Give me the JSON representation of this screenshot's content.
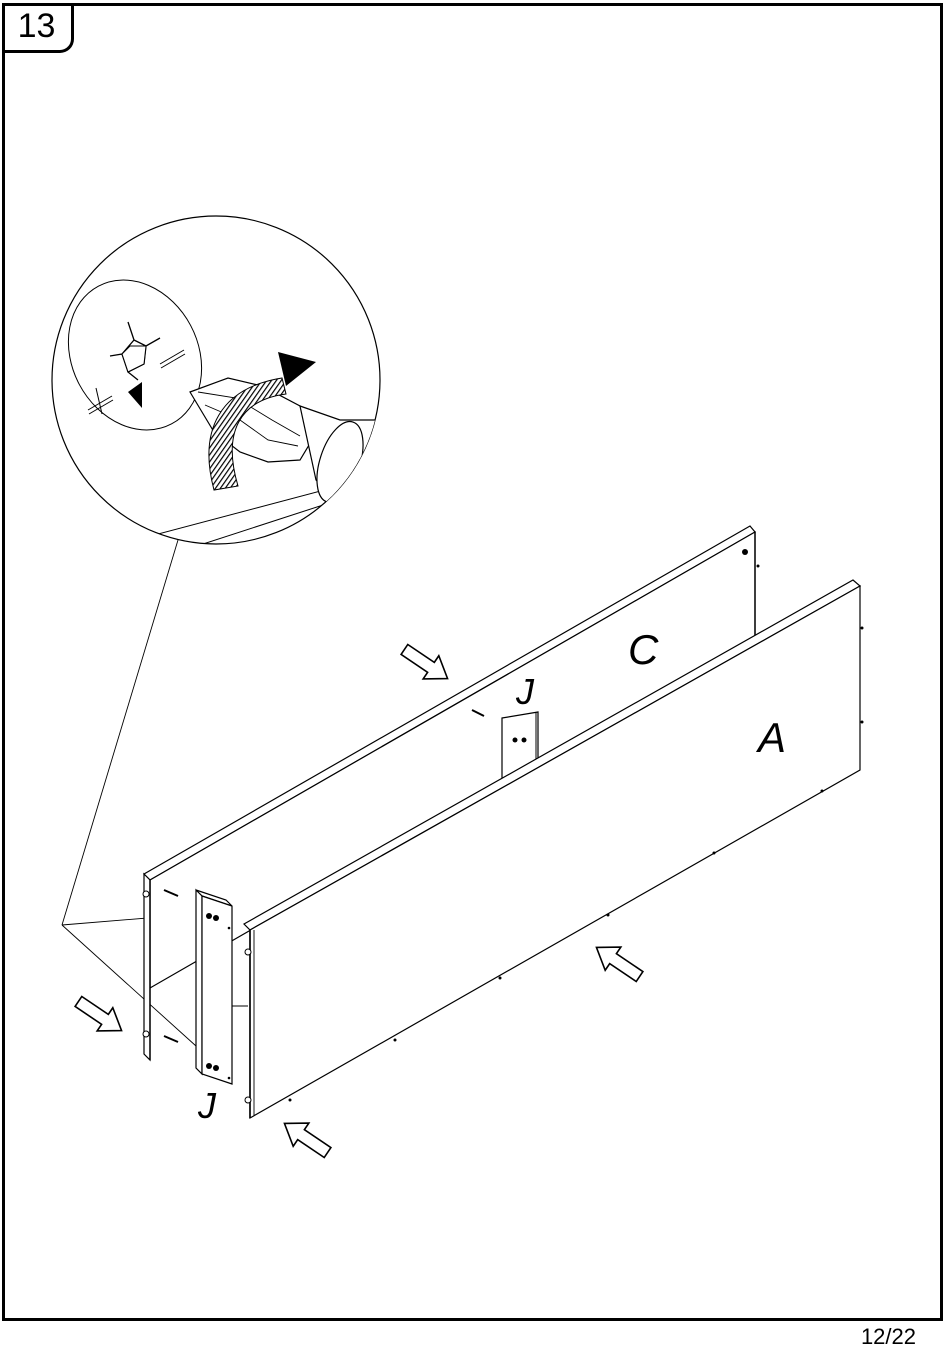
{
  "step": {
    "number": "13"
  },
  "page": {
    "indicator": "12/22"
  },
  "labels": {
    "panel_c": "C",
    "panel_a": "A",
    "bracket_top": "J",
    "bracket_bottom": "J"
  },
  "colors": {
    "line": "#000000",
    "background": "#ffffff",
    "arrow_fill": "#000000"
  },
  "icons": [
    "screwdriver-icon",
    "rotation-arrow-icon",
    "cam-lock-icon",
    "push-arrow-icon"
  ]
}
